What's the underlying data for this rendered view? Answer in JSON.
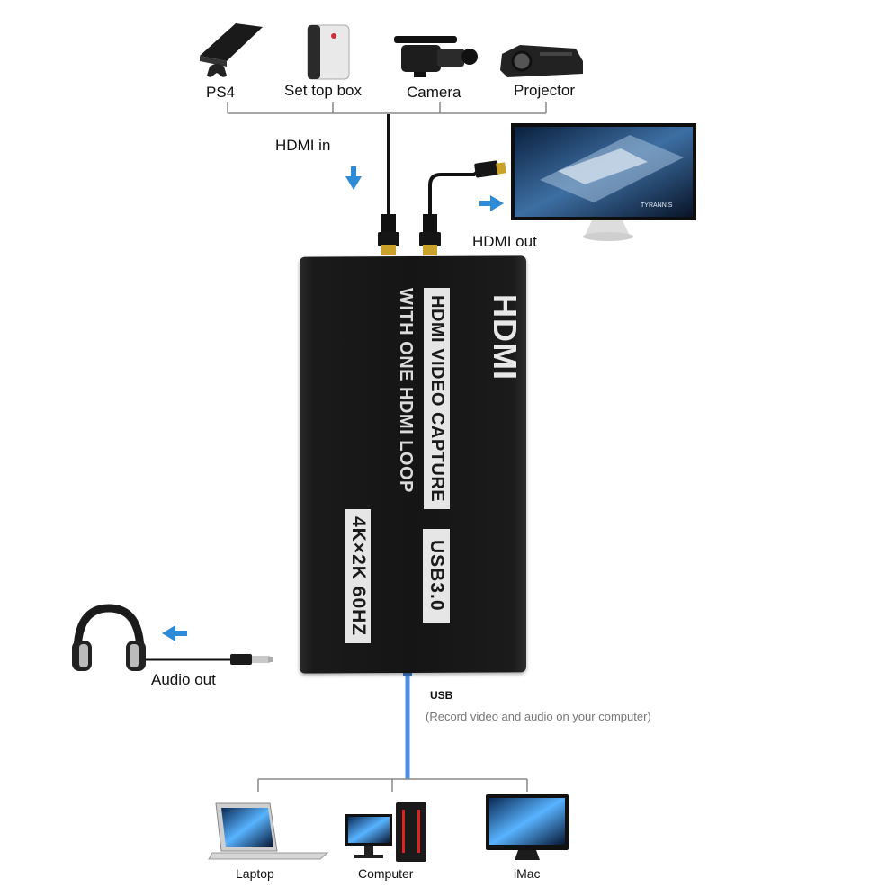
{
  "sources": {
    "items": [
      {
        "label": "PS4",
        "icon": "game-console-icon"
      },
      {
        "label": "Set top box",
        "icon": "set-top-box-icon"
      },
      {
        "label": "Camera",
        "icon": "video-camera-icon"
      },
      {
        "label": "Projector",
        "icon": "projector-icon"
      }
    ]
  },
  "connections": {
    "hdmi_in": "HDMI in",
    "hdmi_out": "HDMI out",
    "audio_out": "Audio out",
    "usb_title": "USB",
    "usb_note": "(Record video and audio on your computer)"
  },
  "device": {
    "brand": "HDMI",
    "line1": "HDMI VIDEO CAPTURE",
    "line2": "WITH ONE HDMI LOOP",
    "usb": "USB3.0",
    "spec": "4K×2K 60HZ"
  },
  "monitor": {
    "screen_text": "TYRANNIS"
  },
  "computers": {
    "items": [
      {
        "label": "Laptop",
        "icon": "laptop-icon"
      },
      {
        "label": "Computer",
        "icon": "desktop-computer-icon"
      },
      {
        "label": "iMac",
        "icon": "imac-icon"
      }
    ]
  },
  "colors": {
    "arrow": "#2e8bd8",
    "usb_cable": "#4a90e2",
    "line": "#888888"
  }
}
